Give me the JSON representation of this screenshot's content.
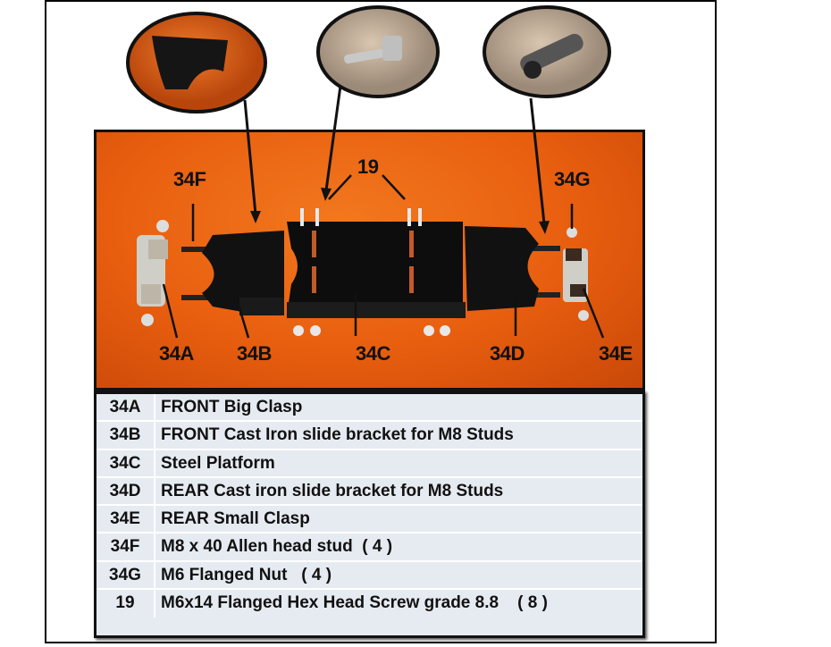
{
  "photo_labels": {
    "l34A": "34A",
    "l34B": "34B",
    "l34C": "34C",
    "l34D": "34D",
    "l34E": "34E",
    "l34F": "34F",
    "l34G": "34G",
    "l19": "19"
  },
  "parts": [
    {
      "code": "34A",
      "description": "FRONT Big Clasp"
    },
    {
      "code": "34B",
      "description": "FRONT Cast Iron slide bracket for M8 Studs"
    },
    {
      "code": "34C",
      "description": "Steel Platform"
    },
    {
      "code": "34D",
      "description": "REAR Cast iron slide bracket for M8 Studs"
    },
    {
      "code": "34E",
      "description": "REAR Small Clasp"
    },
    {
      "code": "34F",
      "description": "M8 x 40 Allen head stud  ( 4 )"
    },
    {
      "code": "34G",
      "description": "M6 Flanged Nut   ( 4 )"
    },
    {
      "code": "19",
      "description": "M6x14 Flanged Hex Head Screw grade 8.8    ( 8 )"
    }
  ],
  "colors": {
    "background": "#e85e0f",
    "table": "#e6ebf1"
  }
}
